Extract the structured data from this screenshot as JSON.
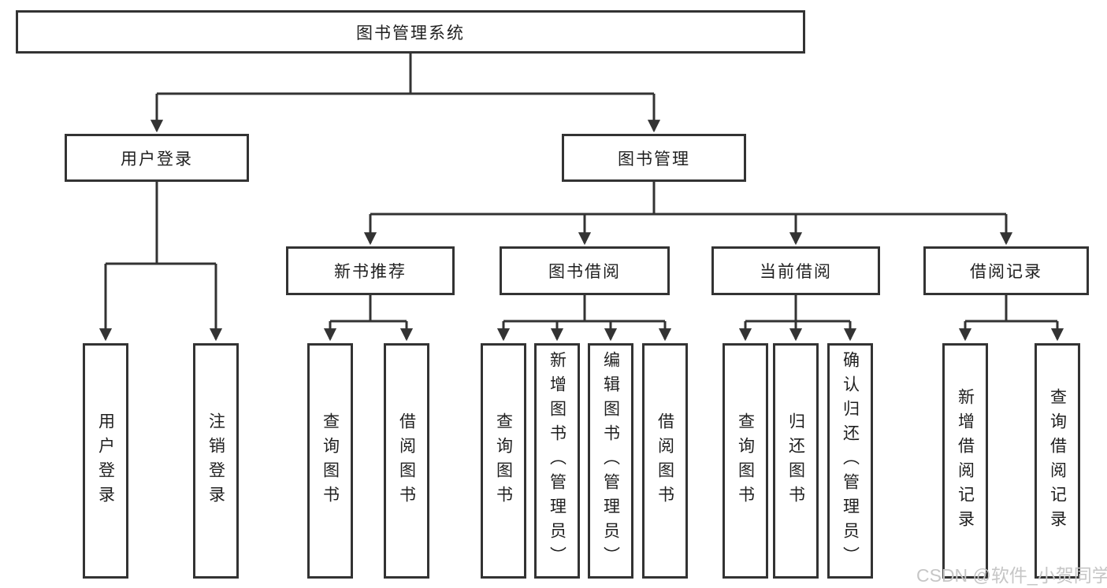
{
  "diagram": {
    "root": {
      "label": "图书管理系统"
    },
    "level2": [
      {
        "label": "用户登录"
      },
      {
        "label": "图书管理"
      }
    ],
    "level3": [
      {
        "label": "新书推荐",
        "parent": "图书管理"
      },
      {
        "label": "图书借阅",
        "parent": "图书管理"
      },
      {
        "label": "当前借阅",
        "parent": "图书管理"
      },
      {
        "label": "借阅记录",
        "parent": "图书管理"
      }
    ],
    "leaves": [
      {
        "label": "用户登录",
        "parent": "用户登录"
      },
      {
        "label": "注销登录",
        "parent": "用户登录"
      },
      {
        "label": "查询图书",
        "parent": "新书推荐"
      },
      {
        "label": "借阅图书",
        "parent": "新书推荐"
      },
      {
        "label": "查询图书",
        "parent": "图书借阅"
      },
      {
        "label": "新增图书（管理员）",
        "parent": "图书借阅"
      },
      {
        "label": "编辑图书（管理员）",
        "parent": "图书借阅"
      },
      {
        "label": "借阅图书",
        "parent": "图书借阅"
      },
      {
        "label": "查询图书",
        "parent": "当前借阅"
      },
      {
        "label": "归还图书",
        "parent": "当前借阅"
      },
      {
        "label": "确认归还（管理员）",
        "parent": "当前借阅"
      },
      {
        "label": "新增借阅记录",
        "parent": "借阅记录"
      },
      {
        "label": "查询借阅记录",
        "parent": "借阅记录"
      }
    ]
  },
  "watermark": {
    "text": "CSDN @软件_小贺同学",
    "color": "#c6c6c6"
  },
  "colors": {
    "line": "#333333",
    "border": "#333333",
    "text": "#1f1f1f",
    "background": "#ffffff"
  }
}
